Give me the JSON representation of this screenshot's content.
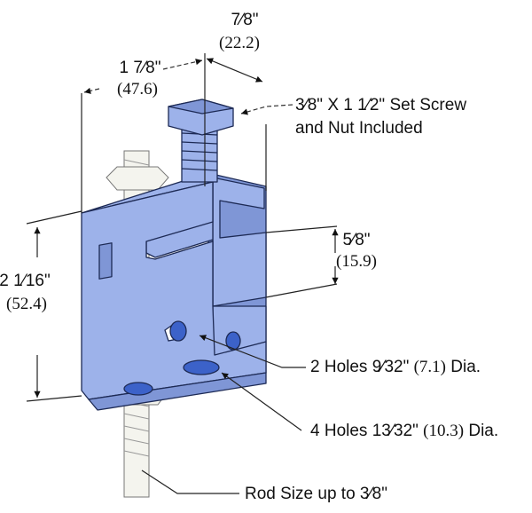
{
  "dimensions": {
    "top_width": {
      "imperial": "7⁄8\"",
      "metric": "(22.2)"
    },
    "depth": {
      "imperial": "1 7⁄8\"",
      "metric": "(47.6)"
    },
    "height": {
      "imperial": "2 1⁄16\"",
      "metric": "(52.4)"
    },
    "opening": {
      "imperial": "5⁄8\"",
      "metric": "(15.9)"
    }
  },
  "callouts": {
    "set_screw": {
      "line1": "3⁄8\" X 1 1⁄2\" Set Screw",
      "line2": "and Nut Included"
    },
    "small_holes": {
      "prefix": "2 Holes 9⁄32\"",
      "metric": "(7.1)",
      "suffix": "Dia."
    },
    "large_holes": {
      "prefix": "4 Holes 13⁄32\"",
      "metric": "(10.3)",
      "suffix": "Dia."
    },
    "rod": "Rod Size up to 3⁄8\""
  },
  "colors": {
    "part": "#9db2ea",
    "outline": "#1d2a55"
  }
}
